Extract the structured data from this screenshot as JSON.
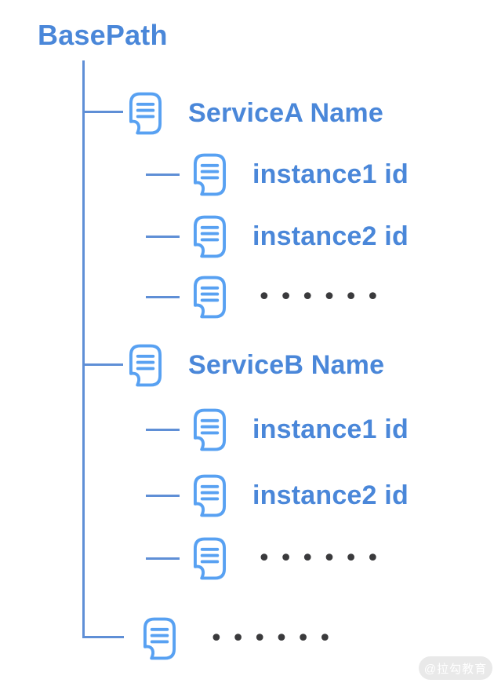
{
  "root": {
    "label": "BasePath"
  },
  "rows": [
    {
      "name": "serviceA",
      "label": "ServiceA Name",
      "icon": "document-icon",
      "level": 1
    },
    {
      "name": "serviceA-instance1",
      "label": "instance1 id",
      "icon": "document-icon",
      "level": 2
    },
    {
      "name": "serviceA-instance2",
      "label": "instance2 id",
      "icon": "document-icon",
      "level": 2
    },
    {
      "name": "serviceA-more",
      "label": "••••••",
      "icon": "document-icon",
      "level": 2
    },
    {
      "name": "serviceB",
      "label": "ServiceB Name",
      "icon": "document-icon",
      "level": 1
    },
    {
      "name": "serviceB-instance1",
      "label": "instance1 id",
      "icon": "document-icon",
      "level": 2
    },
    {
      "name": "serviceB-instance2",
      "label": "instance2 id",
      "icon": "document-icon",
      "level": 2
    },
    {
      "name": "serviceB-more",
      "label": "••••••",
      "icon": "document-icon",
      "level": 2
    },
    {
      "name": "more-services",
      "label": "••••••",
      "icon": "document-icon",
      "level": 1
    }
  ],
  "colors": {
    "label_text": "#4a87d9",
    "icon_stroke": "#58a1f2",
    "connector_line": "#5f8fd6",
    "ellipsis_dots": "#3a3a3c",
    "watermark_background": "#e9e9e9",
    "watermark_text": "#ffffff",
    "page_background": "#ffffff"
  },
  "watermark": {
    "label": "@拉勾教育"
  }
}
